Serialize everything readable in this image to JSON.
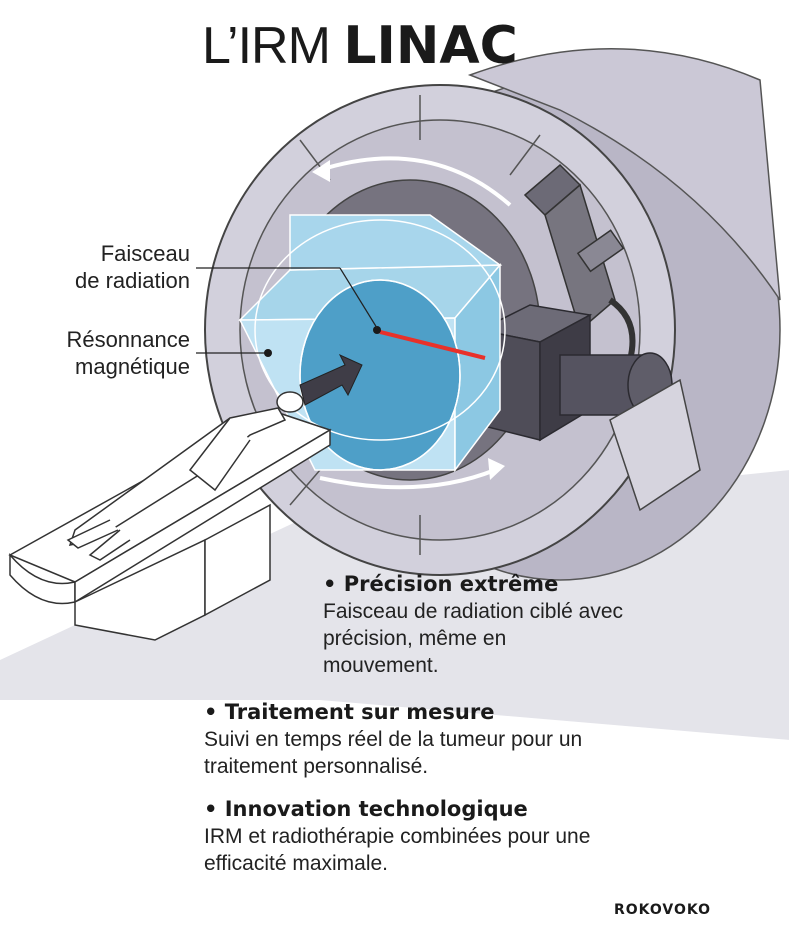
{
  "title": {
    "light": "L’IRM ",
    "bold": "LINAC"
  },
  "labels": {
    "beam": "Faisceau\nde radiation",
    "mri": "Résonnance\nmagnétique"
  },
  "features": [
    {
      "title": "• Précision extrême",
      "desc": "Faisceau de radiation ciblé avec précision, même en mouvement."
    },
    {
      "title": "• Traitement sur mesure",
      "desc": "Suivi en temps réel de la tumeur pour un traitement personnalisé."
    },
    {
      "title": "• Innovation technologique",
      "desc": "IRM et radiothérapie combinées pour une efficacité maximale."
    }
  ],
  "brand": "ROKOVOKO",
  "colors": {
    "machine": "#c8c5d3",
    "machine_dark": "#8f8c9c",
    "bore": "#76737f",
    "magnet_light": "#bfe2f3",
    "magnet_mid": "#8cc8e3",
    "magnet_dark": "#4e9fc8",
    "beam": "#e8312a",
    "shadow": "#e3e3ea",
    "linac": "#4f4d58"
  }
}
